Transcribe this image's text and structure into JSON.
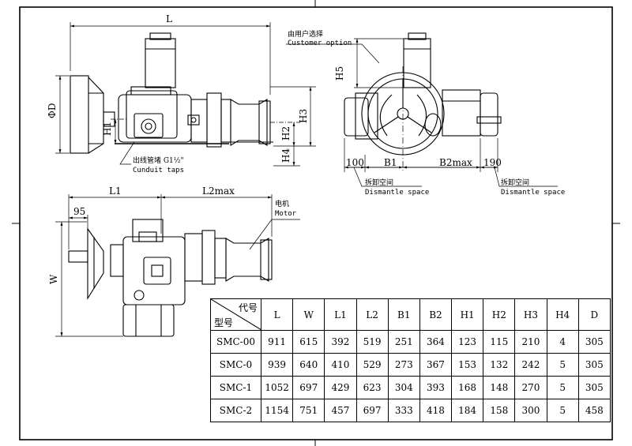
{
  "dimensions": {
    "L": "L",
    "D": "ΦD",
    "H1": "H1",
    "H2": "H2",
    "H3": "H3",
    "H4": "H4",
    "H5": "H5",
    "B1": "B1",
    "B2": "B2max",
    "L1": "L1",
    "L2": "L2max",
    "W": "W",
    "dist_100": "100",
    "dist_190": "190",
    "dist_95": "95"
  },
  "labels": {
    "customer_option_cn": "由用户选择",
    "customer_option_en": "Customer option",
    "conduit_cn": "出线管堵 G1½\"",
    "conduit_en": "Cunduit taps",
    "dismantle_cn": "拆卸空间",
    "dismantle_en": "Dismantle space",
    "motor_cn": "电机",
    "motor_en": "Motor"
  },
  "table": {
    "corner_top": "代号",
    "corner_bottom": "型号",
    "headers": [
      "L",
      "W",
      "L1",
      "L2",
      "B1",
      "B2",
      "H1",
      "H2",
      "H3",
      "H4",
      "D"
    ],
    "rows": [
      {
        "model": "SMC-00",
        "values": [
          "911",
          "615",
          "392",
          "519",
          "251",
          "364",
          "123",
          "115",
          "210",
          "4",
          "305"
        ]
      },
      {
        "model": "SMC-0",
        "values": [
          "939",
          "640",
          "410",
          "529",
          "273",
          "367",
          "153",
          "132",
          "242",
          "5",
          "305"
        ]
      },
      {
        "model": "SMC-1",
        "values": [
          "1052",
          "697",
          "429",
          "623",
          "304",
          "393",
          "168",
          "148",
          "270",
          "5",
          "305"
        ]
      },
      {
        "model": "SMC-2",
        "values": [
          "1154",
          "751",
          "457",
          "697",
          "333",
          "418",
          "184",
          "158",
          "300",
          "5",
          "458"
        ]
      }
    ]
  }
}
